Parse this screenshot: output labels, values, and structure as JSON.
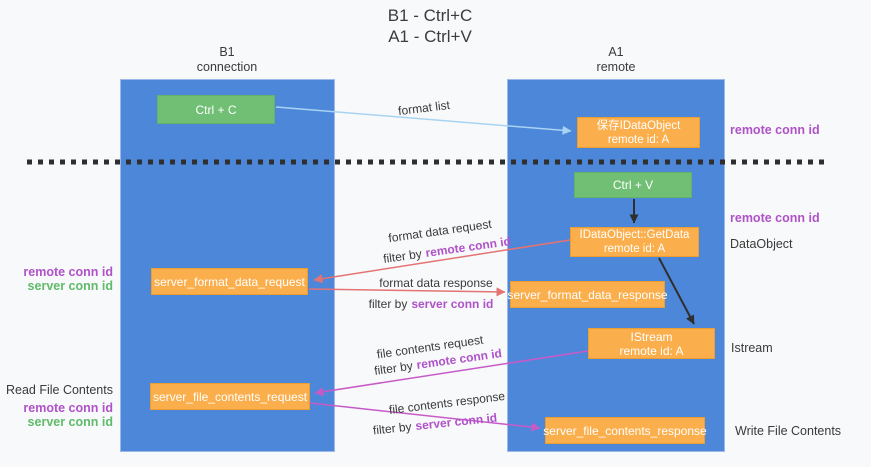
{
  "title": {
    "line1": "B1 - Ctrl+C",
    "line2": "A1 - Ctrl+V"
  },
  "lanes": {
    "left": {
      "header_line1": "B1",
      "header_line2": "connection"
    },
    "right": {
      "header_line1": "A1",
      "header_line2": "remote"
    }
  },
  "boxes": {
    "ctrl_c": {
      "label": "Ctrl + C"
    },
    "ctrl_v": {
      "label": "Ctrl + V"
    },
    "save_idataobject": {
      "line1": "保存IDataObject",
      "line2": "remote id: A"
    },
    "idataobject_getdata": {
      "line1": "IDataObject::GetData",
      "line2": "remote id: A"
    },
    "istream": {
      "line1": "IStream",
      "line2": "remote id: A"
    },
    "server_format_data_request": {
      "label": "server_format_data_request"
    },
    "server_format_data_response": {
      "label": "server_format_data_response"
    },
    "server_file_contents_request": {
      "label": "server_file_contents_request"
    },
    "server_file_contents_response": {
      "label": "server_file_contents_response"
    }
  },
  "arrow_labels": {
    "format_list": "format list",
    "format_data_request": "format data request",
    "format_data_response": "format data response",
    "file_contents_request": "file contents request",
    "file_contents_response": "file contents response",
    "filter_by_prefix": "filter by",
    "remote_conn_id": "remote conn id",
    "server_conn_id": "server conn id"
  },
  "side_labels": {
    "right_remote_conn_id_1": "remote conn id",
    "right_remote_conn_id_2": "remote conn id",
    "right_dataobject": "DataObject",
    "right_istream": "Istream",
    "right_write_file_contents": "Write File Contents",
    "left_remote_conn_id_1": "remote conn id",
    "left_server_conn_id_1": "server conn id",
    "left_read_file_contents": "Read File Contents",
    "left_remote_conn_id_2": "remote conn id",
    "left_server_conn_id_2": "server conn id"
  },
  "colors": {
    "bg": "#f8f9fa",
    "lane-blue": "#4d87d9",
    "box-green": "#71bf74",
    "box-orange": "#fbae4c",
    "arrow-lightblue": "#a9d3f2",
    "arrow-red": "#e57373",
    "arrow-magenta": "#c85ac8",
    "arrow-black": "#2f2f2f",
    "label-purple": "#b052c9",
    "label-green": "#5fbb6a",
    "text-dark": "#3a3a3a"
  }
}
